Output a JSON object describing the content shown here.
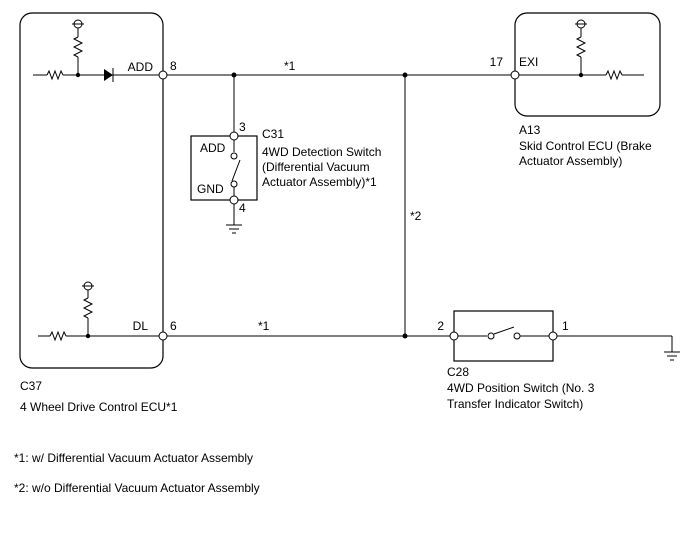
{
  "components": {
    "ecu_c37": {
      "code": "C37",
      "name": "4 Wheel Drive Control ECU*1"
    },
    "ecu_a13": {
      "code": "A13",
      "name_lines": [
        "Skid Control ECU (Brake",
        "Actuator Assembly)"
      ]
    },
    "switch_c31": {
      "code": "C31",
      "name_lines": [
        "4WD Detection Switch",
        "(Differential Vacuum",
        "Actuator Assembly)*1"
      ]
    },
    "switch_c28": {
      "code": "C28",
      "name_lines": [
        "4WD Position Switch (No. 3",
        "Transfer Indicator Switch)"
      ]
    }
  },
  "terminals": {
    "c37_add": {
      "label": "ADD",
      "pin": "8"
    },
    "c37_dl": {
      "label": "DL",
      "pin": "6"
    },
    "a13_exi": {
      "label": "EXI",
      "pin": "17"
    },
    "c31_add": {
      "label": "ADD",
      "pin": "3"
    },
    "c31_gnd": {
      "label": "GND",
      "pin": "4"
    },
    "c28_pin2": "2",
    "c28_pin1": "1"
  },
  "wire_notes": {
    "top_wire": "*1",
    "bottom_wire": "*1",
    "vertical_wire": "*2"
  },
  "footnotes": [
    "*1: w/ Differential Vacuum Actuator Assembly",
    "*2: w/o Differential Vacuum Actuator Assembly"
  ]
}
